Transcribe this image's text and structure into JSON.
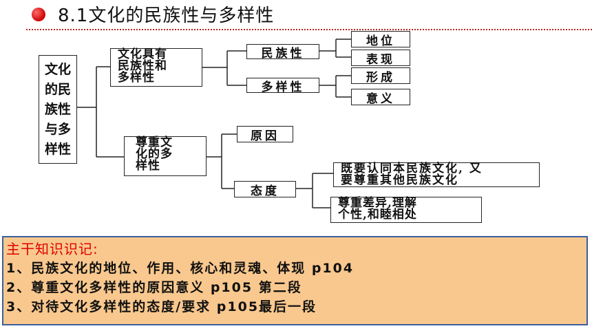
{
  "title": "8.1文化的民族性与多样性",
  "colors": {
    "accent_dot": "#cc0000",
    "rule": "#bb2222",
    "panel_bg": "#f9c88e",
    "panel_border": "#3a5fa0",
    "heading_red": "#e00000"
  },
  "diagram": {
    "root": [
      "文化",
      "的民",
      "族性",
      "与多",
      "样性"
    ],
    "branch1": {
      "label": [
        "文化具有",
        "民族性和",
        "多样性"
      ]
    },
    "minzuxing": "民族性",
    "duoyangxing": "多样性",
    "diwei": "地位",
    "biaoxian": "表现",
    "xingcheng": "形成",
    "yiyi": "意义",
    "branch2": {
      "label": [
        "尊重文",
        "化的多",
        "样性"
      ]
    },
    "yuanyin": "原因",
    "taidu": "态度",
    "attitude1": [
      "既要认同本民族文化, 又",
      "要尊重其他民族文化"
    ],
    "attitude2": [
      "尊重差异,理解",
      "个性,和睦相处"
    ]
  },
  "knowledge": {
    "heading": "主干知识识记:",
    "items": [
      "1、民族文化的地位、作用、核心和灵魂、体现  p104",
      "2、尊重文化多样性的原因意义  p105 第二段",
      "3、对待文化多样性的态度/要求  p105最后一段"
    ]
  }
}
